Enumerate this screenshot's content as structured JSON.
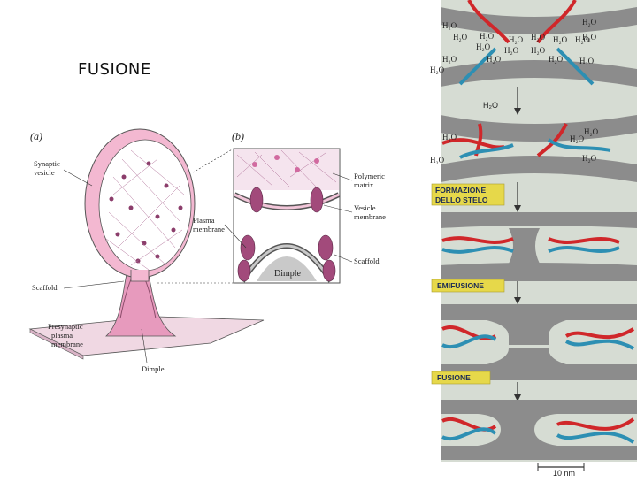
{
  "slide": {
    "title": "FUSIONE"
  },
  "left_figure": {
    "panel_a_label": "(a)",
    "panel_b_label": "(b)",
    "labels": {
      "synaptic_vesicle": [
        "Synaptic",
        "vesicle"
      ],
      "scaffold": "Scaffold",
      "presynaptic_membrane": [
        "Presynaptic",
        "plasma",
        "membrane"
      ],
      "dimple_a": "Dimple",
      "plasma_membrane": [
        "Plasma",
        "membrane"
      ],
      "polymeric_matrix": [
        "Polymeric",
        "matrix"
      ],
      "vesicle_membrane": [
        "Vesicle",
        "membrane"
      ],
      "scaffold_b": "Scaffold",
      "dimple_b": "Dimple"
    }
  },
  "right_figure": {
    "water_label": "H₂O",
    "steps": [
      "FORMAZIONE DELLO STELO",
      "EMIFUSIONE",
      "FUSIONE"
    ],
    "scale_bar": "10 nm",
    "colors": {
      "membrane": "#8c8c8c",
      "background": "#d6dcd3",
      "helix_red": "#d0272a",
      "helix_blue": "#2d8fb3",
      "step_box": "#e6d84a"
    }
  }
}
